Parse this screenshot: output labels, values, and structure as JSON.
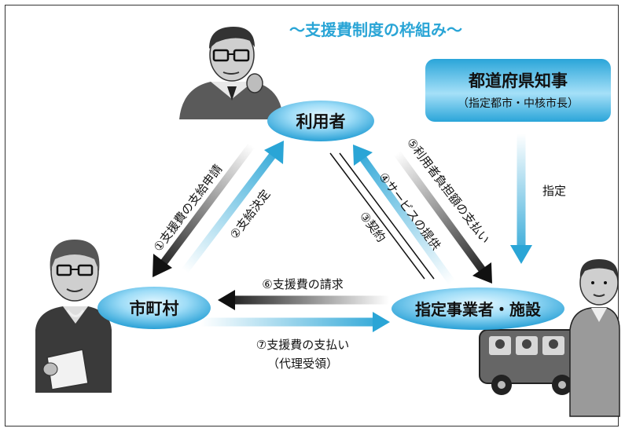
{
  "title": "～支援費制度の枠組み～",
  "nodes": {
    "user": "利用者",
    "municipality": "市町村",
    "provider": "指定事業者・施設",
    "governor": "都道府県知事",
    "governor_sub": "（指定都市・中核市長）"
  },
  "edges": {
    "e1": "①支援費の支給申請",
    "e2": "②支給決定",
    "e3": "③契約",
    "e4": "④サービスの提供",
    "e5": "⑤利用者負担額の支払い",
    "e6": "⑥支援費の請求",
    "e7": "⑦支援費の支払い",
    "e7_sub": "（代理受領）",
    "designation": "指定"
  },
  "colors": {
    "title": "#2aa5d6",
    "node_light": "#bfe9fb",
    "node_dark": "#1f9fd6",
    "arrow_dark": "#111111",
    "arrow_blue": "#2aa5d6"
  }
}
